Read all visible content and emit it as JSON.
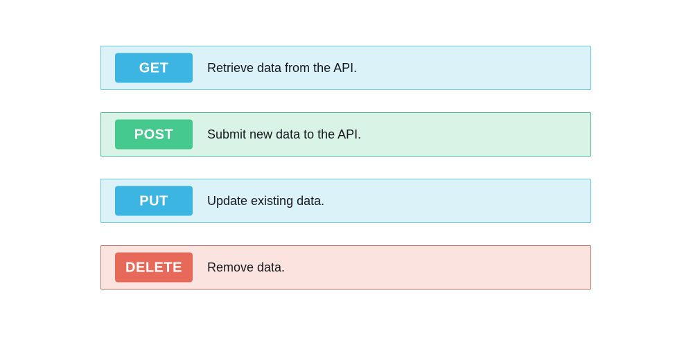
{
  "page": {
    "background_color": "#ffffff"
  },
  "rows": [
    {
      "method": "GET",
      "description": "Retrieve data from the API.",
      "badge_color": "#3db5e2",
      "row_bg_color": "#dbf2f9",
      "row_border_color": "#6cc6de",
      "text_color": "#16191f",
      "badge_text_color": "#ffffff"
    },
    {
      "method": "POST",
      "description": "Submit new data to the API.",
      "badge_color": "#46c98e",
      "row_bg_color": "#d9f3e6",
      "row_border_color": "#55bb97",
      "text_color": "#16191f",
      "badge_text_color": "#ffffff"
    },
    {
      "method": "PUT",
      "description": "Update existing data.",
      "badge_color": "#3db5e2",
      "row_bg_color": "#dbf2f9",
      "row_border_color": "#6cc6de",
      "text_color": "#16191f",
      "badge_text_color": "#ffffff"
    },
    {
      "method": "DELETE",
      "description": "Remove data.",
      "badge_color": "#e7695a",
      "row_bg_color": "#fbe4e0",
      "row_border_color": "#c8796c",
      "text_color": "#16191f",
      "badge_text_color": "#ffffff"
    }
  ]
}
